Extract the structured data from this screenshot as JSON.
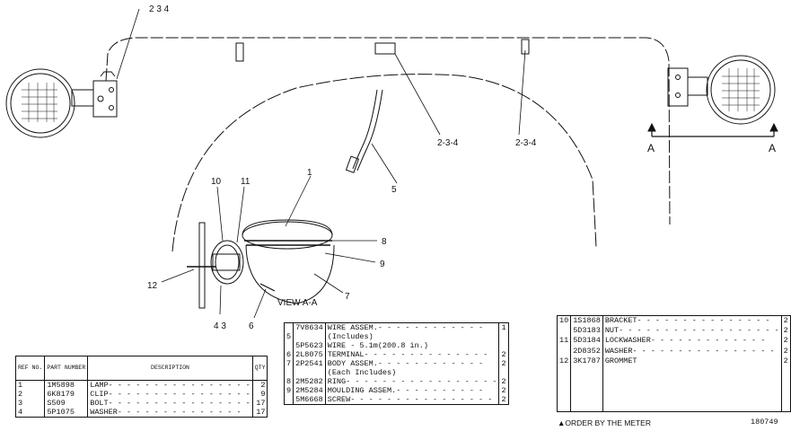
{
  "callouts": {
    "c234_top": "2 3 4",
    "c234_a": "2-3-4",
    "c234_b": "2-3-4",
    "c1": "1",
    "c5": "5",
    "c10": "10",
    "c11": "11",
    "c8": "8",
    "c9": "9",
    "c12": "12",
    "c7": "7",
    "c43": "4 3",
    "c6": "6",
    "view": "VIEW A-A",
    "sectionA_left": "A",
    "sectionA_right": "A"
  },
  "table1": {
    "headers": {
      "ref": "REF NO.",
      "part": "PART NUMBER",
      "desc": "DESCRIPTION",
      "qty": "QTY"
    },
    "rows": [
      {
        "ref": "1",
        "part": "1M5898",
        "desc": "LAMP",
        "qty": "2"
      },
      {
        "ref": "2",
        "part": "6K8179",
        "desc": "CLIP",
        "qty": "9"
      },
      {
        "ref": "3",
        "part": "S509",
        "desc": "BOLT",
        "qty": "17"
      },
      {
        "ref": "4",
        "part": "5P1075",
        "desc": "WASHER",
        "qty": "17"
      }
    ]
  },
  "table2": {
    "rows": [
      {
        "ref": "",
        "part": "7V8634",
        "desc": "WIRE ASSEM.",
        "qty": "1"
      },
      {
        "ref": "5",
        "part": "",
        "desc": "(Includes)",
        "qty": ""
      },
      {
        "ref": "",
        "part": "5P5623",
        "desc": "WIRE - 5.1m(200.8 in.)",
        "qty": ""
      },
      {
        "ref": "6",
        "part": "2L8075",
        "desc": "TERMINAL",
        "qty": "2"
      },
      {
        "ref": "7",
        "part": "2P2541",
        "desc": "BODY ASSEM.",
        "qty": "2"
      },
      {
        "ref": "",
        "part": "",
        "desc": "(Each Includes)",
        "qty": ""
      },
      {
        "ref": "8",
        "part": "2M5282",
        "desc": "RING",
        "qty": "2"
      },
      {
        "ref": "9",
        "part": "2M5284",
        "desc": "MOULDING ASSEM.",
        "qty": "2"
      },
      {
        "ref": "",
        "part": "5M6668",
        "desc": "SCREW",
        "qty": "2"
      }
    ]
  },
  "table3": {
    "rows": [
      {
        "ref": "10",
        "part": "1S1868",
        "desc": "BRACKET",
        "qty": "2"
      },
      {
        "ref": "",
        "part": "5D3183",
        "desc": "NUT",
        "qty": "2"
      },
      {
        "ref": "11",
        "part": "5D3184",
        "desc": "LOCKWASHER",
        "qty": "2"
      },
      {
        "ref": "",
        "part": "2D8352",
        "desc": "WASHER",
        "qty": "2"
      },
      {
        "ref": "12",
        "part": "3K1787",
        "desc": "GROMMET",
        "qty": "2"
      }
    ]
  },
  "footnote": "▲ORDER BY THE METER",
  "figure_number": "180749"
}
